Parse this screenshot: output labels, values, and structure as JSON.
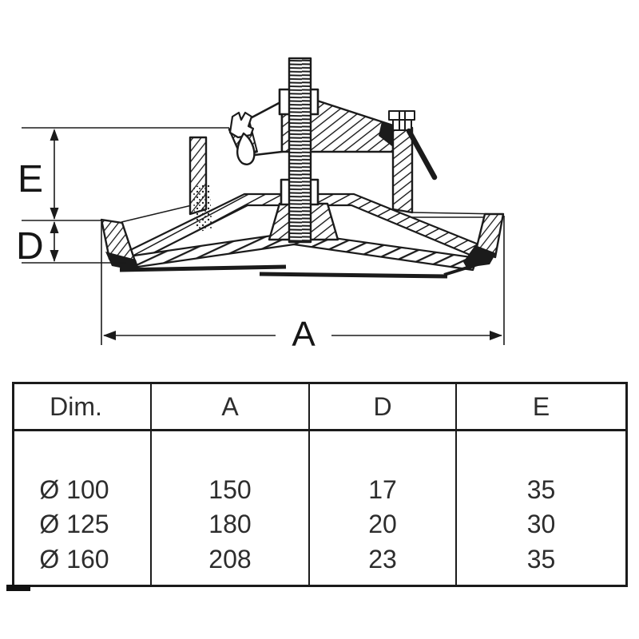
{
  "colors": {
    "ink": "#1b1b1b",
    "paper": "#ffffff",
    "text": "#2d2d2d"
  },
  "drawing": {
    "kind": "ceiling-valve cross-section",
    "dim_e": "E",
    "dim_d": "D",
    "dim_a": "A"
  },
  "table": {
    "headers": [
      "Dim.",
      "A",
      "D",
      "E"
    ],
    "rows": [
      [
        "Ø 100",
        "150",
        "17",
        "35"
      ],
      [
        "Ø 125",
        "180",
        "20",
        "30"
      ],
      [
        "Ø 160",
        "208",
        "23",
        "35"
      ]
    ]
  }
}
